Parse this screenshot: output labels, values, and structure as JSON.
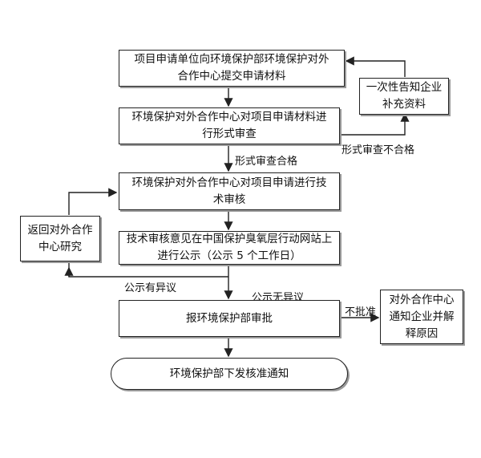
{
  "steps": {
    "submit": "项目申请单位向环境保护部环境保护对外合作中心提交申请材料",
    "formal_review": "环境保护对外合作中心对项目申请材料进行形式审查",
    "tech_review": "环境保护对外合作中心对项目申请进行技术审核",
    "publicity": "技术审核意见在中国保护臭氧层行动网站上进行公示（公示 5 个工作日）",
    "report": "报环境保护部审批",
    "final": "环境保护部下发核准通知"
  },
  "side": {
    "supplement": "一次性告知企业补充资料",
    "return": "返回对外合作中心研究",
    "notify": "对外合作中心通知企业并解释原因"
  },
  "labels": {
    "formal_pass": "形式审查合格",
    "formal_fail": "形式审查不合格",
    "objection": "公示有异议",
    "no_objection": "公示无异议",
    "reject": "不批准"
  }
}
